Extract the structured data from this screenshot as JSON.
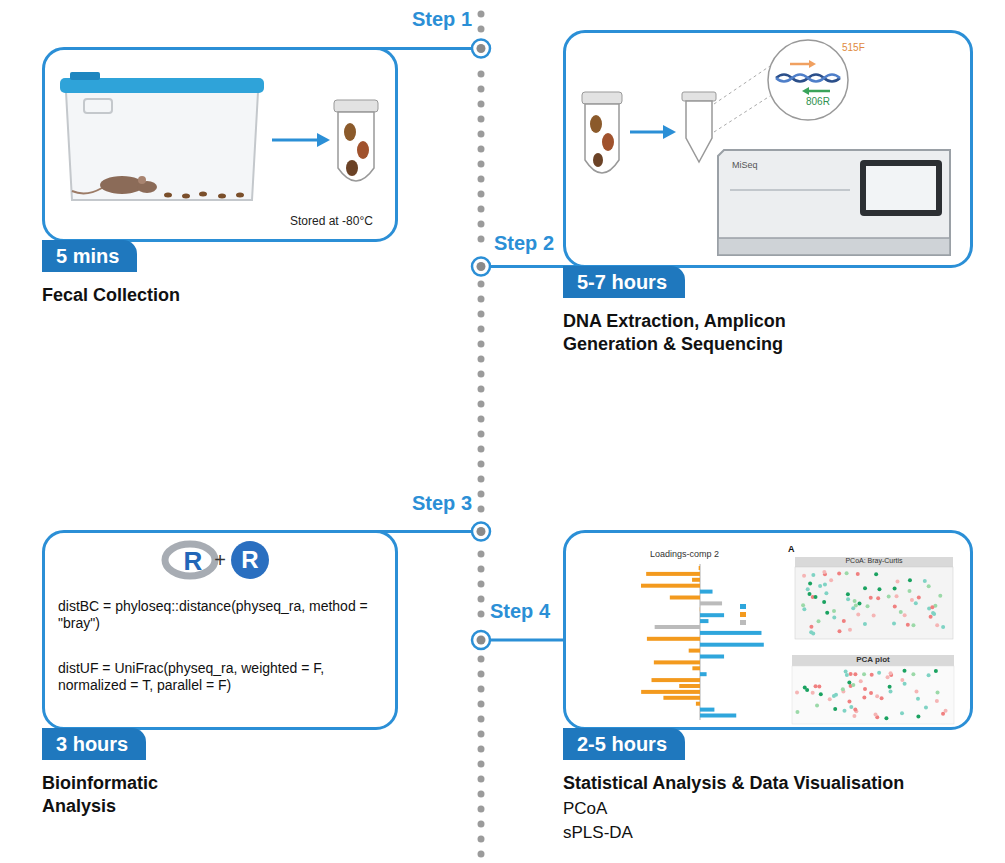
{
  "diagram": {
    "nodes": [
      {
        "text": [
          "Stored at -80°C"
        ]
      },
      {
        "text": [
          "5 mins",
          "Fecal Collection"
        ]
      },
      {
        "text": [
          "515F",
          "806R",
          "MiSeq"
        ]
      },
      {
        "text": [
          "5-7 hours",
          "DNA Extraction, Amplicon Generation & Sequencing"
        ]
      },
      {
        "text": [
          "R",
          "+",
          "R",
          "distBC = phyloseq::distance(physeq_ra, method = \"bray\")",
          "distUF = UniFrac(physeq_ra, weighted = F, normalized = T, parallel = F)"
        ]
      },
      {
        "text": [
          "3 hours",
          "Bioinformatic Analysis"
        ]
      },
      {
        "text": [
          "Loadings-comp 2",
          "A",
          "PCoA: Bray-Curtis",
          "PCA plot"
        ]
      },
      {
        "text": [
          "2-5 hours",
          "Statistical Analysis & Data Visualisation",
          "PCoA",
          "sPLS-DA"
        ]
      }
    ],
    "labels": [
      "Step 1",
      "Step 2",
      "Step 3",
      "Step 4"
    ]
  }
}
